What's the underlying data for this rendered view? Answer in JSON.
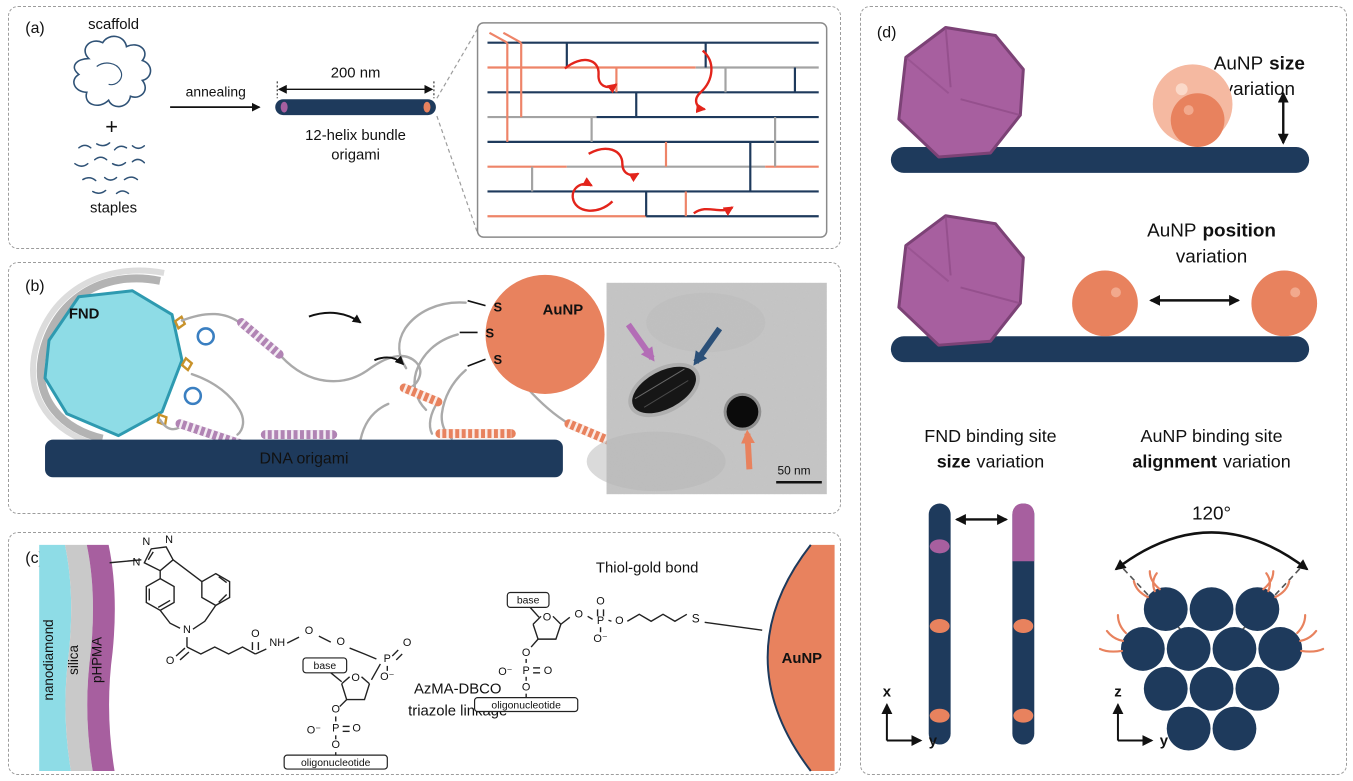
{
  "colors": {
    "navy": "#1e3a5c",
    "salmon": "#e8825e",
    "salmon_light": "#f5b9a1",
    "purple": "#a75f9f",
    "cyan": "#8edce6",
    "gray": "#a9a9a9",
    "red_arrow": "#e3241b",
    "gold": "#c8922a",
    "blue_ring": "#3a7fc1"
  },
  "panel_a": {
    "label": "(a)",
    "scaffold_label": "scaffold",
    "plus": "+",
    "staples_label": "staples",
    "annealing_label": "annealing",
    "length_label": "200 nm",
    "origami_line1": "12-helix bundle",
    "origami_line2": "origami"
  },
  "panel_b": {
    "label": "(b)",
    "fnd_label": "FND",
    "aunp_label": "AuNP",
    "s_labels": [
      "S",
      "S",
      "S"
    ],
    "origami_label": "DNA origami",
    "tem_scalebar": "50 nm"
  },
  "panel_c": {
    "label": "(c)",
    "layers": {
      "nanodiamond": "nanodiamond",
      "silica": "silica",
      "phpma": "pHPMA"
    },
    "left_base": "base",
    "left_oligo": "oligonucleotide",
    "right_base": "base",
    "right_oligo": "oligonucleotide",
    "linkage_line1": "AzMA-DBCO",
    "linkage_line2": "triazole linkage",
    "thiol_label": "Thiol-gold bond",
    "aunp_label": "AuNP",
    "atoms_left": [
      "N",
      "N",
      "N",
      "N",
      "O",
      "O",
      "NH",
      "O",
      "O",
      "P",
      "O",
      "O⁻",
      "O",
      "O",
      "O⁻",
      "P",
      "O",
      "O"
    ],
    "atoms_right": [
      "O",
      "O",
      "P",
      "O⁻",
      "O",
      "S",
      "O",
      "O",
      "O⁻",
      "P",
      "O",
      "O"
    ]
  },
  "panel_d": {
    "label": "(d)",
    "size_pre": "AuNP",
    "size_bold": "size",
    "size_line2": "variation",
    "pos_pre": "AuNP",
    "pos_bold": "position",
    "pos_line2": "variation",
    "fnd_line1": "FND binding site",
    "fnd_bold": "size",
    "fnd_rest": "variation",
    "align_line1": "AuNP binding site",
    "align_bold": "alignment",
    "align_rest": "variation",
    "angle_label": "120°",
    "axis1_v": "x",
    "axis1_h": "y",
    "axis2_v": "z",
    "axis2_h": "y"
  }
}
